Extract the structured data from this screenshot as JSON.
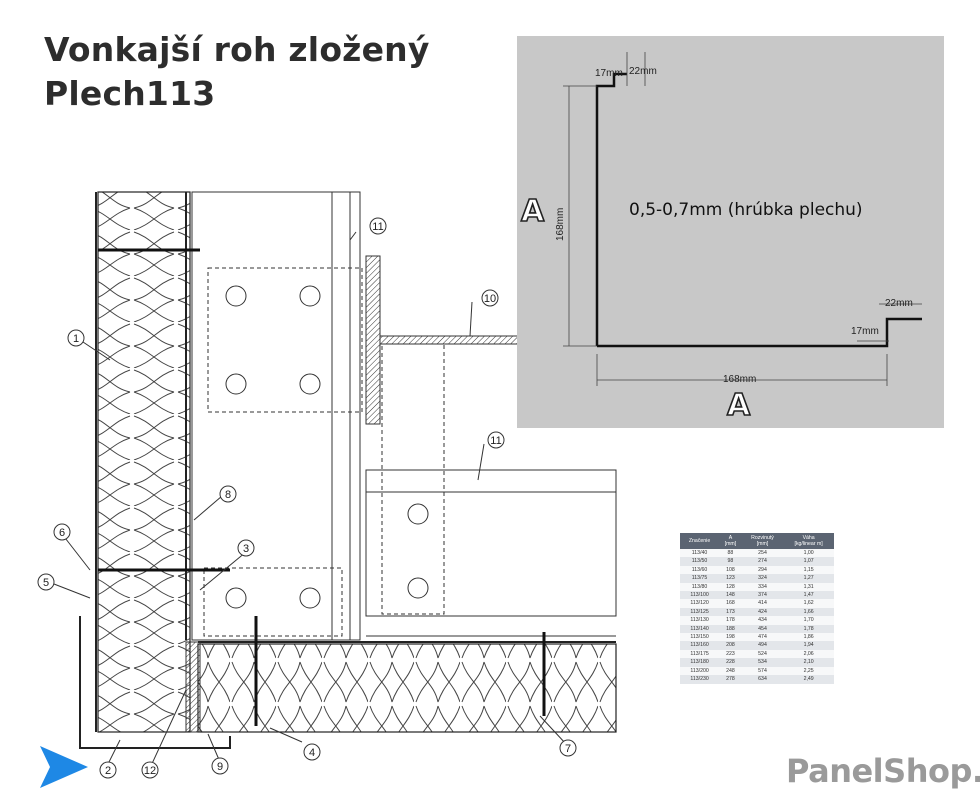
{
  "title": {
    "line1": "Vonkajší roh zložený",
    "line2": "Plech113"
  },
  "profile": {
    "thickness_note": "0,5-0,7mm (hrúbka plechu)",
    "label_a_left": "A",
    "label_a_bottom": "A",
    "dims": {
      "top_lip": "17mm",
      "top_return": "22mm",
      "height": "168mm",
      "width": "168mm",
      "right_return": "22mm",
      "right_lip": "17mm"
    }
  },
  "callouts": [
    "1",
    "2",
    "3",
    "4",
    "5",
    "6",
    "7",
    "8",
    "9",
    "10",
    "11",
    "11",
    "12"
  ],
  "weights_table": {
    "headers": [
      [
        "Značenie",
        ""
      ],
      [
        "A",
        "[mm]"
      ],
      [
        "Rozvinutý",
        "[mm]"
      ],
      [
        "Váha",
        "[kg/linear m]"
      ]
    ],
    "rows": [
      [
        "113/40",
        "88",
        "254",
        "1,00"
      ],
      [
        "113/50",
        "98",
        "274",
        "1,07"
      ],
      [
        "113/60",
        "108",
        "294",
        "1,15"
      ],
      [
        "113/75",
        "123",
        "324",
        "1,27"
      ],
      [
        "113/80",
        "128",
        "334",
        "1,31"
      ],
      [
        "113/100",
        "148",
        "374",
        "1,47"
      ],
      [
        "113/120",
        "168",
        "414",
        "1,62"
      ],
      [
        "113/125",
        "173",
        "424",
        "1,66"
      ],
      [
        "113/130",
        "178",
        "434",
        "1,70"
      ],
      [
        "113/140",
        "188",
        "454",
        "1,78"
      ],
      [
        "113/150",
        "198",
        "474",
        "1,86"
      ],
      [
        "113/160",
        "208",
        "494",
        "1,94"
      ],
      [
        "113/175",
        "223",
        "524",
        "2,06"
      ],
      [
        "113/180",
        "228",
        "534",
        "2,10"
      ],
      [
        "113/200",
        "248",
        "574",
        "2,25"
      ],
      [
        "113/230",
        "278",
        "634",
        "2,49"
      ]
    ]
  },
  "brand": {
    "name": "PanelShop",
    "tld": ".sk"
  },
  "colors": {
    "panel_bg": "#c8c8c8",
    "table_header": "#5b6472",
    "brand_gray": "#9a9a9a",
    "arrow_blue": "#1e88e5"
  }
}
